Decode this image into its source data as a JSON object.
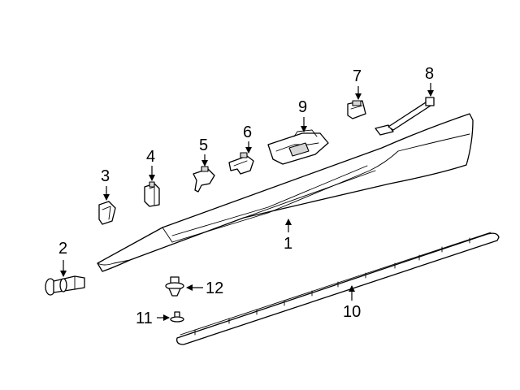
{
  "callouts": [
    {
      "id": "1",
      "label": "1"
    },
    {
      "id": "2",
      "label": "2"
    },
    {
      "id": "3",
      "label": "3"
    },
    {
      "id": "4",
      "label": "4"
    },
    {
      "id": "5",
      "label": "5"
    },
    {
      "id": "6",
      "label": "6"
    },
    {
      "id": "7",
      "label": "7"
    },
    {
      "id": "8",
      "label": "8"
    },
    {
      "id": "9",
      "label": "9"
    },
    {
      "id": "10",
      "label": "10"
    },
    {
      "id": "11",
      "label": "11"
    },
    {
      "id": "12",
      "label": "12"
    }
  ],
  "colors": {
    "line": "#000000",
    "background": "#ffffff",
    "shade": "#d6d6d6"
  }
}
